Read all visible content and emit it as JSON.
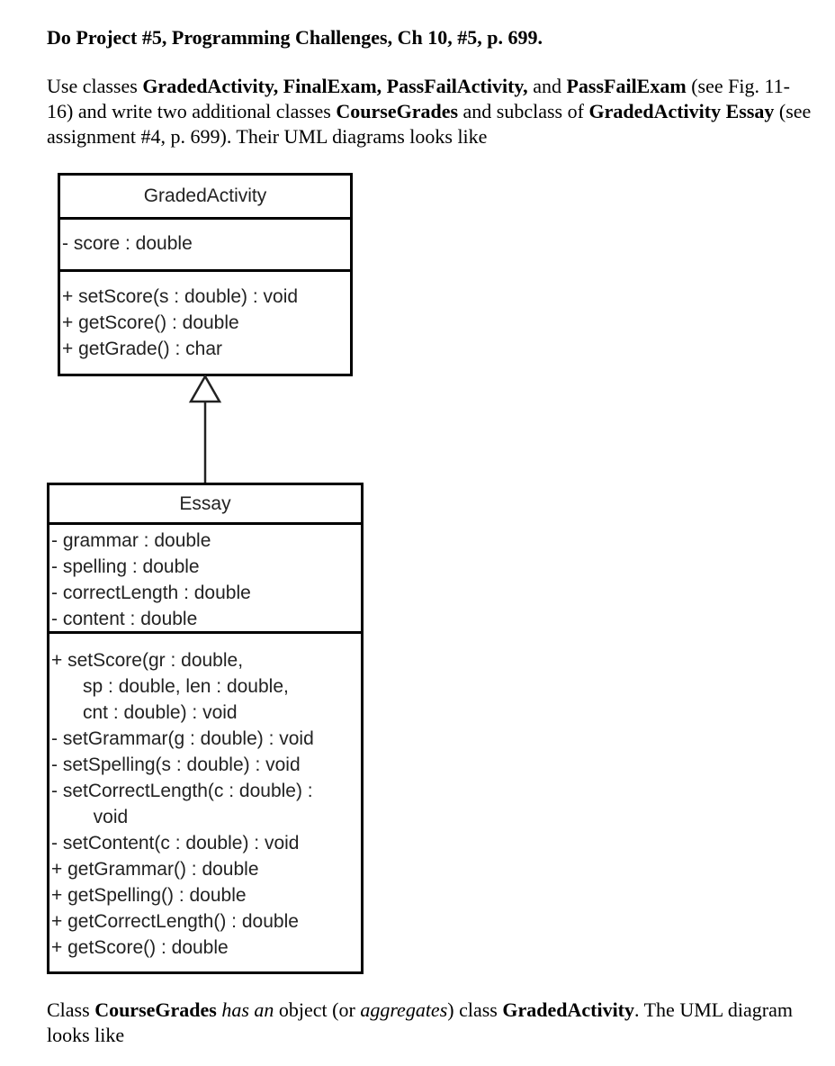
{
  "heading": "Do Project #5, Programming Challenges, Ch 10, #5, p. 699.",
  "intro": {
    "p1": "Use classes ",
    "c1": "GradedActivity, FinalExam, PassFailActivity,",
    "p2": " and ",
    "c2": "PassFailExam",
    "p3": " (see Fig. 11-16) and write two additional classes ",
    "c3": "CourseGrades",
    "p4": " and subclass of ",
    "c4": "GradedActivity Essay",
    "p5": " (see assignment #4, p. 699). Their UML diagrams looks like"
  },
  "graded_activity": {
    "name": "GradedActivity",
    "attributes": [
      "- score : double"
    ],
    "methods": [
      "+ setScore(s : double) : void",
      "+ getScore() : double",
      "+ getGrade() : char"
    ]
  },
  "essay": {
    "name": "Essay",
    "attributes": [
      "- grammar : double",
      "- spelling : double",
      "- correctLength : double",
      "- content : double"
    ],
    "methods": [
      "+ setScore(gr : double,",
      "      sp : double, len : double,",
      "      cnt : double) : void",
      "- setGrammar(g : double) : void",
      "- setSpelling(s : double) : void",
      "- setCorrectLength(c : double) :",
      "        void",
      "- setContent(c : double) : void",
      "+ getGrammar() : double",
      "+ getSpelling() : double",
      "+ getCorrectLength() : double",
      "+ getScore() : double"
    ]
  },
  "footer": {
    "p1": "Class ",
    "c1": "CourseGrades",
    "p2": " ",
    "i1": "has an",
    "p3": " object (or ",
    "i2": "aggregates",
    "p4": ") class ",
    "c2": "GradedActivity",
    "p5": ". The UML diagram looks like"
  }
}
